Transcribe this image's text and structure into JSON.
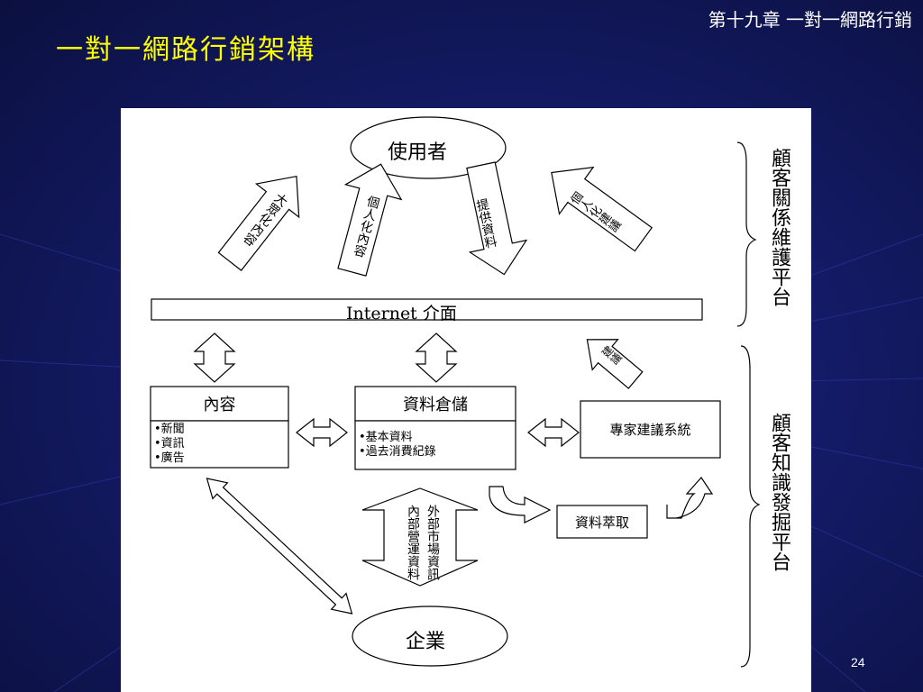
{
  "header": {
    "chapter": "第十九章 一對一網路行銷",
    "title": "一對一網路行銷架構",
    "page_number": "24"
  },
  "diagram": {
    "user": "使用者",
    "enterprise": "企業",
    "internet_bar": "Internet 介面",
    "arrow_mass": "大眾化內容",
    "arrow_personal_content": "個人化內容",
    "arrow_provide_data": "提供資料",
    "arrow_personal_advice": "個人化建議",
    "arrow_advice": "建議",
    "content_box": "內容",
    "content_items": [
      "新聞",
      "資訊",
      "廣告"
    ],
    "storage_box": "資料倉儲",
    "storage_items": [
      "基本資料",
      "過去消費紀錄"
    ],
    "expert_system": "專家建議系統",
    "data_extract": "資料萃取",
    "external_info": "外部市場資訊",
    "internal_info": "內部營運資料",
    "crm_platform": "顧客關係維護平台",
    "kdd_platform": "顧客知識發掘平台"
  }
}
